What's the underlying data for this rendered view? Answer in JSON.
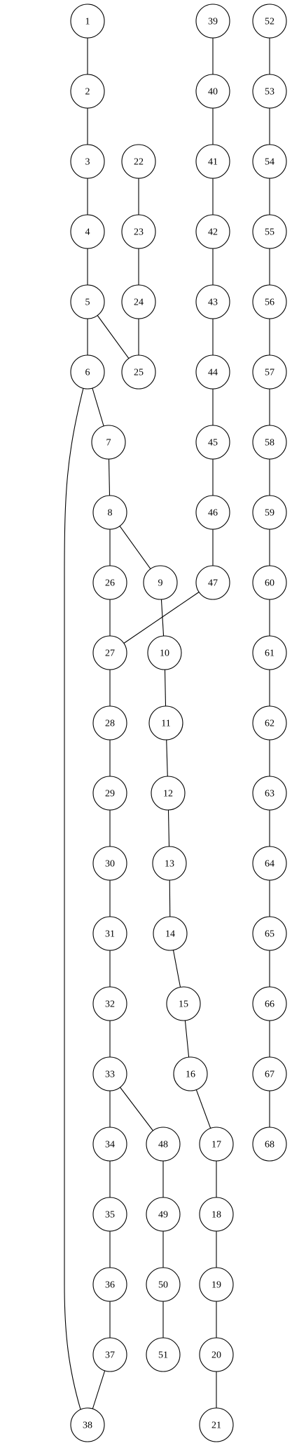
{
  "diagram": {
    "type": "graph",
    "nodes": [
      "1",
      "2",
      "3",
      "4",
      "5",
      "6",
      "7",
      "8",
      "9",
      "10",
      "11",
      "12",
      "13",
      "14",
      "15",
      "16",
      "17",
      "18",
      "19",
      "20",
      "21",
      "22",
      "23",
      "24",
      "25",
      "26",
      "27",
      "28",
      "29",
      "30",
      "31",
      "32",
      "33",
      "34",
      "35",
      "36",
      "37",
      "38",
      "39",
      "40",
      "41",
      "42",
      "43",
      "44",
      "45",
      "46",
      "47",
      "48",
      "49",
      "50",
      "51",
      "52",
      "53",
      "54",
      "55",
      "56",
      "57",
      "58",
      "59",
      "60",
      "61",
      "62",
      "63",
      "64",
      "65",
      "66",
      "67",
      "68"
    ],
    "edges": [
      [
        "1",
        "2"
      ],
      [
        "2",
        "3"
      ],
      [
        "3",
        "4"
      ],
      [
        "4",
        "5"
      ],
      [
        "5",
        "6"
      ],
      [
        "5",
        "25"
      ],
      [
        "6",
        "7"
      ],
      [
        "6",
        "38"
      ],
      [
        "7",
        "8"
      ],
      [
        "8",
        "26"
      ],
      [
        "8",
        "9"
      ],
      [
        "9",
        "10"
      ],
      [
        "10",
        "11"
      ],
      [
        "11",
        "12"
      ],
      [
        "12",
        "13"
      ],
      [
        "13",
        "14"
      ],
      [
        "14",
        "15"
      ],
      [
        "15",
        "16"
      ],
      [
        "16",
        "17"
      ],
      [
        "17",
        "18"
      ],
      [
        "18",
        "19"
      ],
      [
        "19",
        "20"
      ],
      [
        "20",
        "21"
      ],
      [
        "22",
        "23"
      ],
      [
        "23",
        "24"
      ],
      [
        "24",
        "25"
      ],
      [
        "26",
        "27"
      ],
      [
        "27",
        "28"
      ],
      [
        "28",
        "29"
      ],
      [
        "29",
        "30"
      ],
      [
        "30",
        "31"
      ],
      [
        "31",
        "32"
      ],
      [
        "32",
        "33"
      ],
      [
        "33",
        "34"
      ],
      [
        "33",
        "48"
      ],
      [
        "34",
        "35"
      ],
      [
        "35",
        "36"
      ],
      [
        "36",
        "37"
      ],
      [
        "37",
        "38"
      ],
      [
        "39",
        "40"
      ],
      [
        "40",
        "41"
      ],
      [
        "41",
        "42"
      ],
      [
        "42",
        "43"
      ],
      [
        "43",
        "44"
      ],
      [
        "44",
        "45"
      ],
      [
        "45",
        "46"
      ],
      [
        "46",
        "47"
      ],
      [
        "47",
        "27"
      ],
      [
        "48",
        "49"
      ],
      [
        "49",
        "50"
      ],
      [
        "50",
        "51"
      ],
      [
        "52",
        "53"
      ],
      [
        "53",
        "54"
      ],
      [
        "54",
        "55"
      ],
      [
        "55",
        "56"
      ],
      [
        "56",
        "57"
      ],
      [
        "57",
        "58"
      ],
      [
        "58",
        "59"
      ],
      [
        "59",
        "60"
      ],
      [
        "60",
        "61"
      ],
      [
        "61",
        "62"
      ],
      [
        "62",
        "63"
      ],
      [
        "63",
        "64"
      ],
      [
        "64",
        "65"
      ],
      [
        "65",
        "66"
      ],
      [
        "66",
        "67"
      ],
      [
        "67",
        "68"
      ]
    ]
  },
  "colors": {
    "stroke": "#000000",
    "node_fill": "#ffffff",
    "background": "#ffffff"
  }
}
